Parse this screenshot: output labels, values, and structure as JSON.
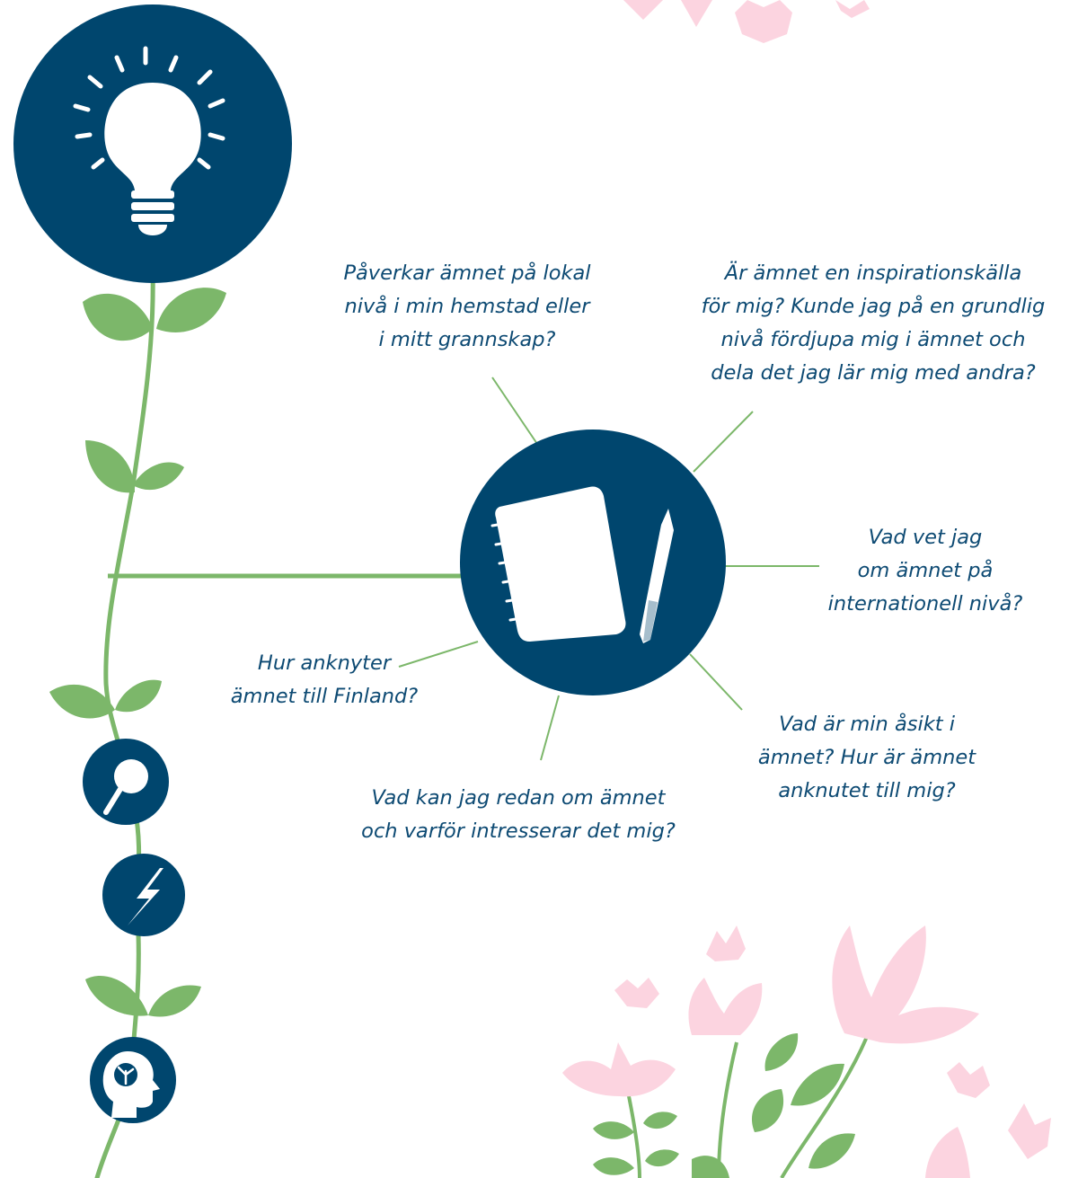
{
  "colors": {
    "navy": "#00466e",
    "stem_green": "#7cb76a",
    "leaf_green": "#7cb76a",
    "dark_leaf": "#5ea14f",
    "pink": "#fcd4e0",
    "text": "#0d4a73"
  },
  "icons": {
    "top": "lightbulb-icon",
    "center": "notebook-pencil-icon",
    "small_1": "magnifier-icon",
    "small_2": "lightning-icon",
    "small_3": "head-brain-icon"
  },
  "questions": {
    "local": [
      "Påverkar ämnet på lokal",
      "nivå i min hemstad eller",
      "i mitt grannskap?"
    ],
    "inspiration": [
      "Är ämnet en inspirationskälla",
      "för mig? Kunde jag på en grundlig",
      "nivå fördjupa mig i ämnet och",
      "dela det jag lär mig med andra?"
    ],
    "international": [
      "Vad vet jag",
      "om ämnet på",
      "internationell nivå?"
    ],
    "opinion": [
      "Vad är min åsikt i",
      "ämnet? Hur är ämnet",
      "anknutet till mig?"
    ],
    "prior": [
      "Vad kan jag redan om ämnet",
      "och varför intresserar det mig?"
    ],
    "finland": [
      "Hur anknyter",
      "ämnet till Finland?"
    ]
  }
}
